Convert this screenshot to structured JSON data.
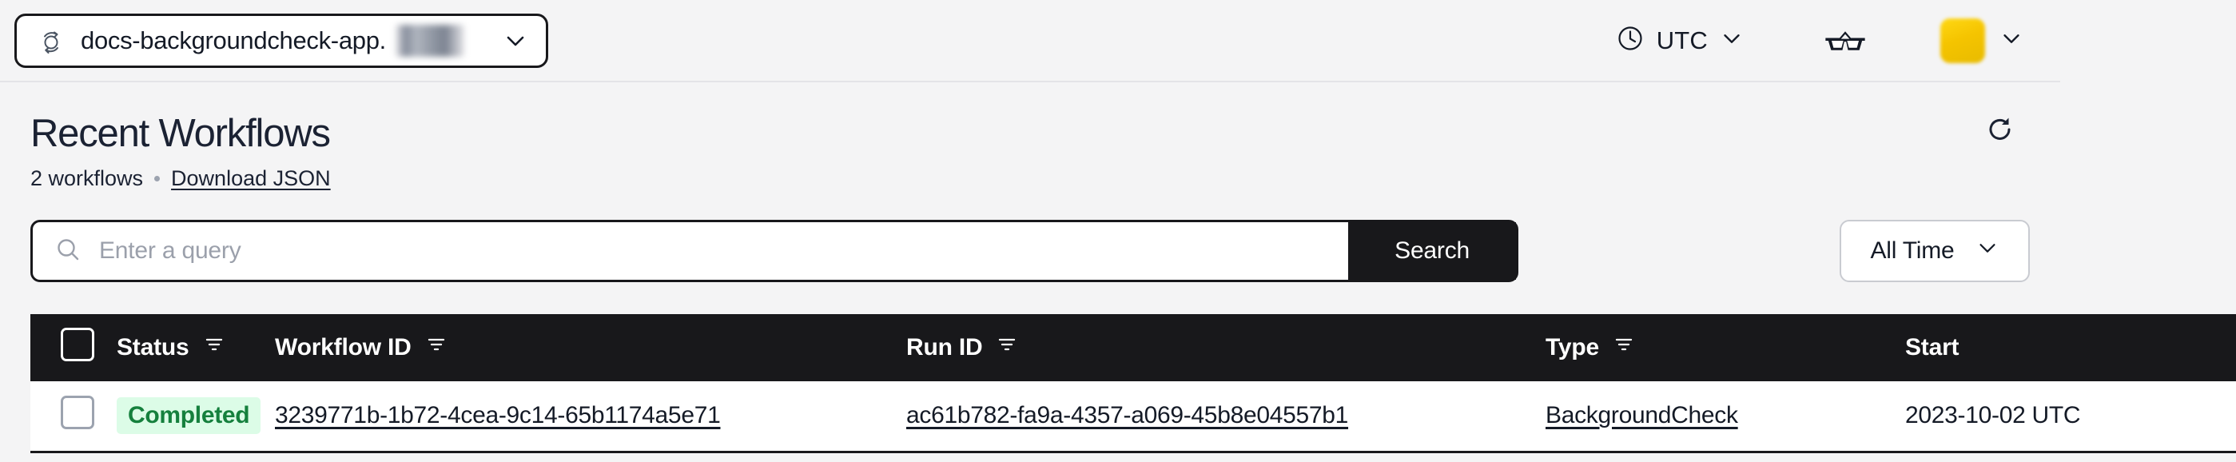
{
  "topbar": {
    "namespace": {
      "icon": "temporal-namespace-icon",
      "label": "docs-backgroundcheck-app.",
      "redacted": true,
      "chevron": "chevron-down-icon"
    },
    "timezone": {
      "icon": "clock-icon",
      "label": "UTC",
      "chevron": "chevron-down-icon"
    },
    "glasses": {
      "icon": "glasses-icon"
    },
    "account": {
      "avatar": "user-avatar",
      "chevron": "chevron-down-icon"
    }
  },
  "page": {
    "title": "Recent Workflows",
    "count_label": "2 workflows",
    "separator": "•",
    "download_link": "Download JSON",
    "refresh_icon": "refresh-icon"
  },
  "search": {
    "icon": "search-icon",
    "value": "",
    "placeholder": "Enter a query",
    "button_label": "Search",
    "time_range": {
      "value": "All Time",
      "chevron": "chevron-down-icon"
    }
  },
  "table": {
    "select_all": false,
    "columns": [
      {
        "label": "Status",
        "filter": true
      },
      {
        "label": "Workflow ID",
        "filter": true
      },
      {
        "label": "Run ID",
        "filter": true
      },
      {
        "label": "Type",
        "filter": true
      },
      {
        "label": "Start",
        "filter": false
      }
    ],
    "rows": [
      {
        "selected": false,
        "status": "Completed",
        "workflow_id": "3239771b-1b72-4cea-9c14-65b1174a5e71",
        "run_id": "ac61b782-fa9a-4357-a069-45b8e04557b1",
        "type": "BackgroundCheck",
        "start": "2023-10-02 UTC"
      }
    ]
  },
  "colors": {
    "header_bg": "#18181b",
    "page_bg": "#f4f4f5",
    "status_text": "#15803d",
    "status_bg": "#dcfce7",
    "avatar": "#ffd814"
  }
}
